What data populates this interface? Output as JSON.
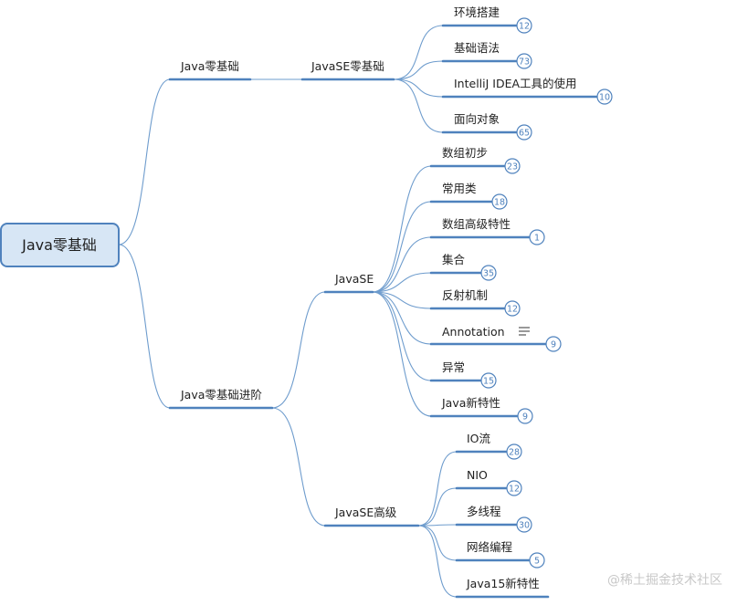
{
  "root": {
    "label": "Java零基础"
  },
  "branches": [
    {
      "label": "Java零基础",
      "children": [
        {
          "label": "JavaSE零基础",
          "children": [
            {
              "label": "环境搭建",
              "count": "12"
            },
            {
              "label": "基础语法",
              "count": "73"
            },
            {
              "label": "IntelliJ IDEA工具的使用",
              "count": "10"
            },
            {
              "label": "面向对象",
              "count": "65"
            }
          ]
        }
      ]
    },
    {
      "label": "Java零基础进阶",
      "children": [
        {
          "label": "JavaSE",
          "children": [
            {
              "label": "数组初步",
              "count": "23"
            },
            {
              "label": "常用类",
              "count": "18"
            },
            {
              "label": "数组高级特性",
              "count": "1"
            },
            {
              "label": "集合",
              "count": "35"
            },
            {
              "label": "反射机制",
              "count": "12"
            },
            {
              "label": "Annotation",
              "count": "9",
              "note_icon": "notes-icon"
            },
            {
              "label": "异常",
              "count": "15"
            },
            {
              "label": "Java新特性",
              "count": "9"
            }
          ]
        },
        {
          "label": "JavaSE高级",
          "children": [
            {
              "label": "IO流",
              "count": "28"
            },
            {
              "label": "NIO",
              "count": "12"
            },
            {
              "label": "多线程",
              "count": "30"
            },
            {
              "label": "网络编程",
              "count": "5"
            },
            {
              "label": "Java15新特性"
            }
          ]
        }
      ]
    }
  ],
  "watermark": "@稀土掘金技术社区"
}
